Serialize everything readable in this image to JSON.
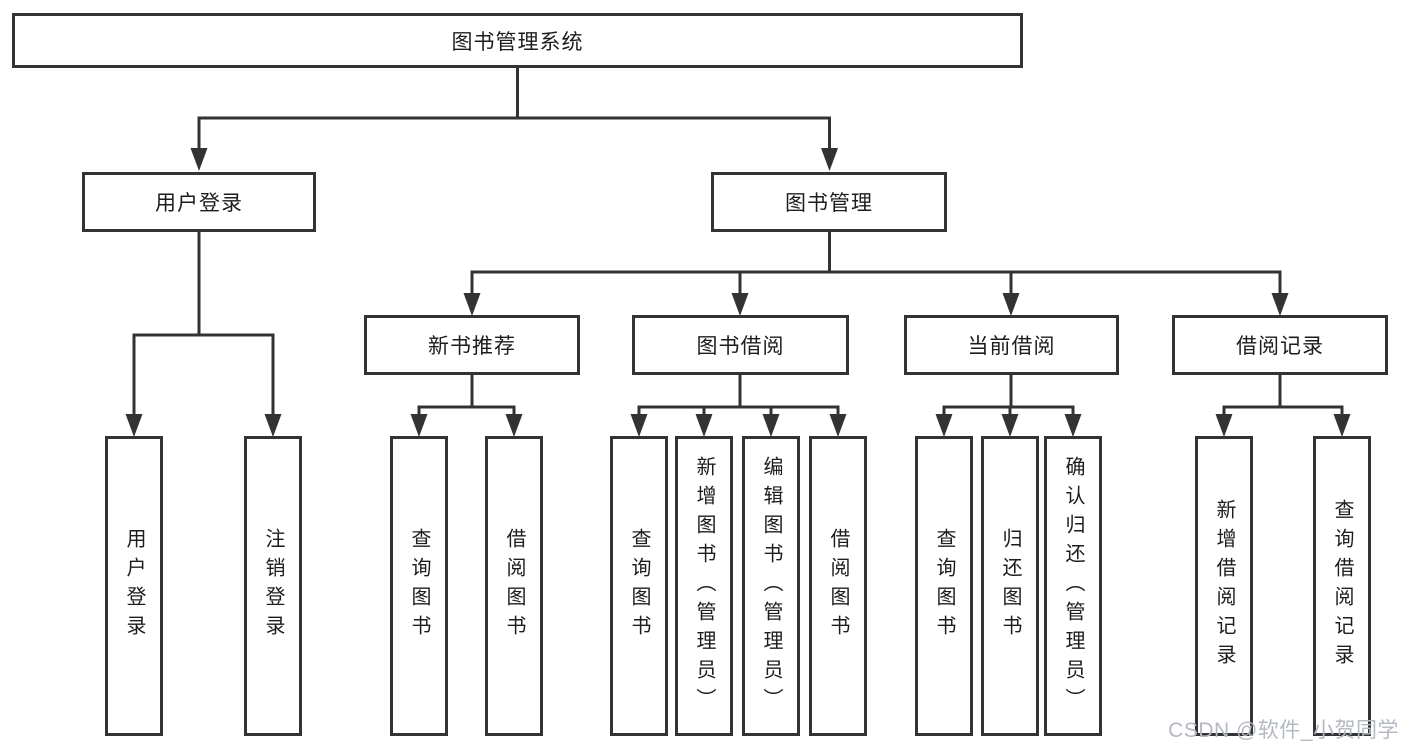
{
  "diagram": {
    "root": {
      "label": "图书管理系统"
    },
    "branches": [
      {
        "label": "用户登录",
        "children": [
          {
            "label": "用户登录"
          },
          {
            "label": "注销登录"
          }
        ]
      },
      {
        "label": "图书管理",
        "children": [
          {
            "label": "新书推荐",
            "children": [
              {
                "label": "查询图书"
              },
              {
                "label": "借阅图书"
              }
            ]
          },
          {
            "label": "图书借阅",
            "children": [
              {
                "label": "查询图书"
              },
              {
                "label": "新增图书（管理员）"
              },
              {
                "label": "编辑图书（管理员）"
              },
              {
                "label": "借阅图书"
              }
            ]
          },
          {
            "label": "当前借阅",
            "children": [
              {
                "label": "查询图书"
              },
              {
                "label": "归还图书"
              },
              {
                "label": "确认归还（管理员）"
              }
            ]
          },
          {
            "label": "借阅记录",
            "children": [
              {
                "label": "新增借阅记录"
              },
              {
                "label": "查询借阅记录"
              }
            ]
          }
        ]
      }
    ]
  },
  "watermark": {
    "text": "CSDN @软件_小贺同学",
    "color": "#b4b8c2"
  },
  "style": {
    "line_color": "#333333",
    "text_color": "#1d1d1d",
    "background": "#ffffff"
  }
}
